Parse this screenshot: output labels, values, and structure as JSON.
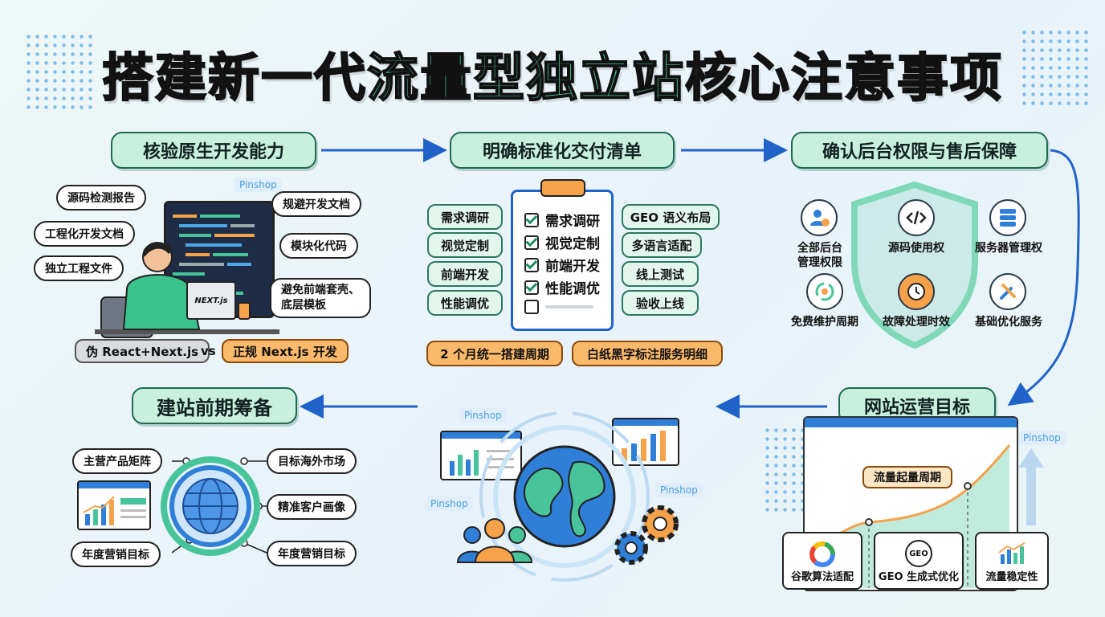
{
  "title": {
    "part1": "搭建新一代",
    "part2": "流量型独立站",
    "part3": "核心注意事项"
  },
  "watermark": "Pinshop",
  "dev": {
    "header": "核验原生开发能力",
    "bubbles_left": [
      "源码检测报告",
      "工程化开发文档",
      "独立工程文件"
    ],
    "bubbles_right": [
      "规避开发文档",
      "模块化代码",
      "避免前端套壳、\n底层模板"
    ],
    "laptop_logo": "NEXT.js",
    "compare_fake": "伪 React+Next.js",
    "compare_vs": "vs",
    "compare_real": "正规 Next.js 开发"
  },
  "delivery": {
    "header": "明确标准化交付清单",
    "left_items": [
      "需求调研",
      "视觉定制",
      "前端开发",
      "性能调优"
    ],
    "checklist": [
      {
        "label": "需求调研",
        "checked": true
      },
      {
        "label": "视觉定制",
        "checked": true
      },
      {
        "label": "前端开发",
        "checked": true
      },
      {
        "label": "性能调优",
        "checked": true
      },
      {
        "label": "",
        "checked": false
      }
    ],
    "right_items": [
      "GEO 语义布局",
      "多语言适配",
      "线上测试",
      "验收上线"
    ],
    "footer": [
      "2 个月统一搭建周期",
      "白纸黑字标注服务明细"
    ]
  },
  "backend": {
    "header": "确认后台权限与售后保障",
    "items": [
      {
        "label": "全部后台\n管理权限",
        "icon": "user-gear-icon"
      },
      {
        "label": "源码使用权",
        "icon": "code-icon"
      },
      {
        "label": "服务器管理权",
        "icon": "server-icon"
      },
      {
        "label": "免费维护周期",
        "icon": "refresh-gear-icon"
      },
      {
        "label": "故障处理时效",
        "icon": "clock-icon"
      },
      {
        "label": "基础优化服务",
        "icon": "wrench-icon"
      }
    ]
  },
  "ops": {
    "header": "网站运营目标",
    "chart_label": "流量起量周期",
    "cards": [
      {
        "label": "谷歌算法适配",
        "icon": "google-icon"
      },
      {
        "label": "GEO 生成式优化",
        "icon": "geo-icon",
        "badge": "GEO"
      },
      {
        "label": "流量稳定性",
        "icon": "bar-chart-icon"
      }
    ]
  },
  "prep": {
    "header": "建站前期筹备",
    "left": [
      "主营产品矩阵",
      "年度营销目标"
    ],
    "right": [
      "目标海外市场",
      "精准客户画像",
      "年度营销目标"
    ]
  },
  "colors": {
    "green": "#48c49a",
    "blue": "#2f7fd8",
    "orange": "#f5a24b",
    "dark": "#1e6b52"
  }
}
